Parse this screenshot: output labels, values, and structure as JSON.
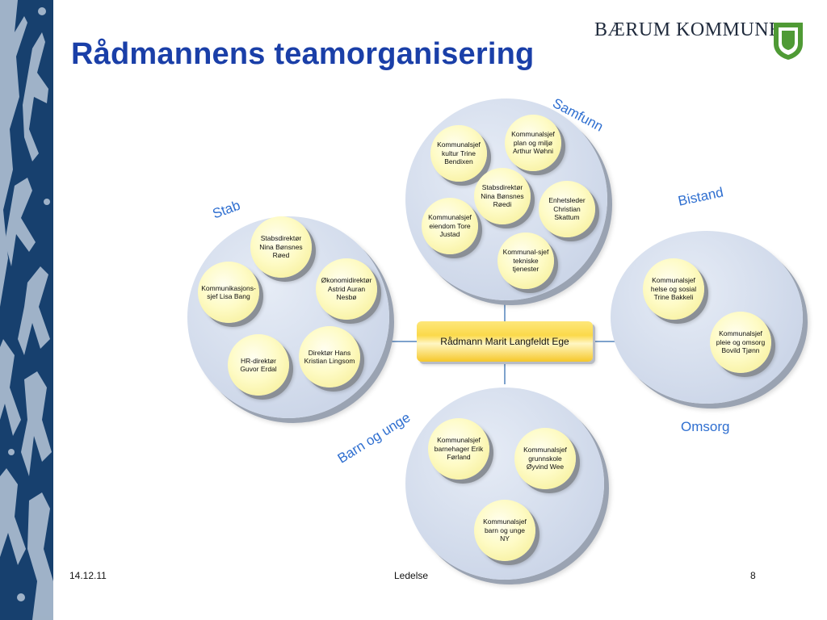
{
  "header": {
    "title": "Rådmannens teamorganisering",
    "logo_text": "BÆRUM KOMMUNE"
  },
  "center": {
    "label": "Rådmann Marit Langfeldt Ege"
  },
  "groups": {
    "samfunn": {
      "label": "Samfunn",
      "nodes": [
        "Kommunalsjef kultur Trine Bendixen",
        "Kommunalsjef plan og miljø Arthur Wøhni",
        "Stabsdirektør Nina Bønsnes Røedi",
        "Enhetsleder Christian Skattum",
        "Kommunalsjef eiendom Tore Justad",
        "Kommunal-sjef tekniske tjenester"
      ]
    },
    "stab": {
      "label": "Stab",
      "nodes": [
        "Stabsdirektør Nina Bønsnes Røed",
        "Kommunikasjons-sjef Lisa Bang",
        "Økonomidirektør Astrid Auran Nesbø",
        "Direktør Hans Kristian Lingsom",
        "HR-direktør Guvor Erdal"
      ]
    },
    "bistand": {
      "label": "Bistand",
      "nodes": [
        "Kommunalsjef helse og sosial Trine Bakkeli",
        "Kommunalsjef pleie og omsorg Bovild Tjønn"
      ]
    },
    "omsorg": {
      "label": "Omsorg"
    },
    "barn_og_unge": {
      "label": "Barn og unge",
      "nodes": [
        "Kommunalsjef barnehager Erik Førland",
        "Kommunalsjef grunnskole Øyvind Wee",
        "Kommunalsjef barn og unge NY"
      ]
    }
  },
  "footer": {
    "date": "14.12.11",
    "section": "Ledelse",
    "page": "8"
  },
  "colors": {
    "title": "#1a3fa8",
    "group_label": "#2f6fd0",
    "sidebar": "#17406e",
    "logo_shield": "#4f9a35"
  },
  "icons": [
    "municipal-shield-icon",
    "tree-silhouette"
  ]
}
